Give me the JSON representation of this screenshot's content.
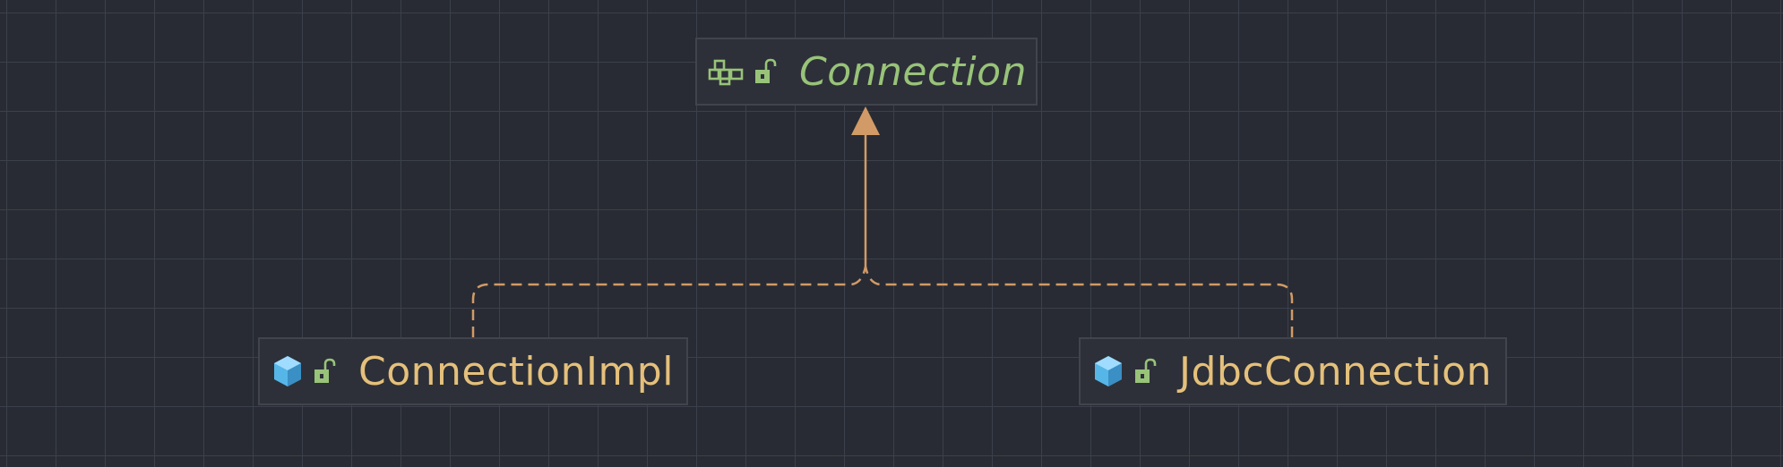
{
  "diagram": {
    "nodes": [
      {
        "id": "connection",
        "label": "Connection",
        "kind": "interface",
        "visibility": "public",
        "icon": "interface-icon",
        "color": "#98c379"
      },
      {
        "id": "connection_impl",
        "label": "ConnectionImpl",
        "kind": "class",
        "visibility": "public",
        "icon": "class-icon",
        "color": "#e5c07b"
      },
      {
        "id": "jdbc_connection",
        "label": "JdbcConnection",
        "kind": "class",
        "visibility": "public",
        "icon": "class-icon",
        "color": "#e5c07b"
      }
    ],
    "edges": [
      {
        "from": "connection_impl",
        "to": "connection",
        "type": "implements",
        "style": "dashed"
      },
      {
        "from": "jdbc_connection",
        "to": "connection",
        "type": "implements",
        "style": "dashed"
      }
    ],
    "colors": {
      "background": "#282b33",
      "grid": "#3c404a",
      "edge": "#d19a66",
      "class_name": "#e5c07b",
      "interface_name": "#98c379",
      "class_icon": "#56b6e8",
      "lock_icon": "#98c379"
    }
  }
}
